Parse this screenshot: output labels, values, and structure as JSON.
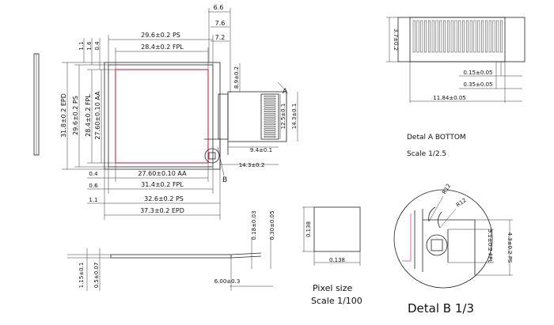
{
  "dims": {
    "top_6_6": "6.6",
    "top_7_6": "7.6",
    "top_7_2": "7.2",
    "ps_w": "29.6±0.2 PS",
    "fpl_w": "28.4±0.2 FPL",
    "left_1_1": "1.1",
    "left_1_6": "1.6",
    "left_0_4": "0.4",
    "epd_h": "31.8±0.2 EPD",
    "ps_h": "29.6±0.2 PS",
    "fpl_h": "28.4±0.2 FPL",
    "aa_h": "27.60±0.10 AA",
    "side_8_9": "8.9±0.2",
    "fpc_12_5": "12.5±0.1",
    "fpc_14_3": "14.3±0.1",
    "fpc_9_4": "9.4±0.1",
    "fpc_14_3b": "14.3±0.2",
    "bot_0_4": "0.4",
    "bot_0_6": "0.6",
    "bot_1_1": "1.1",
    "aa_w": "27.60±0.10 AA",
    "fpl_w2": "31.4±0.2 FPL",
    "ps_w2": "32.6±0.2 PS",
    "epd_w": "37.3±0.2 EPD",
    "thk_0_18": "0.18±0.03",
    "thk_0_3": "0.30±0.05",
    "side_1_15": "1.15±0.1",
    "side_0_5": "0.5±0.07",
    "fpc_6_0": "6.00±0.3",
    "pix_h": "0.138",
    "pix_w": "0.138",
    "detA_h": "3.7±0.2",
    "detA_0_15": "0.15±0.05",
    "detA_0_35": "0.35±0.05",
    "detA_11_84": "11.84±0.05",
    "detB_r12a": "R12",
    "detB_r12b": "R12",
    "detB_3_1": "3.1±0.2 FPL",
    "detB_4_3": "4.3±0.2 PS"
  },
  "labels": {
    "marker_a": "A",
    "marker_b": "B",
    "detail_a_title": "Detal A  BOTTOM",
    "detail_a_scale": "Scale 1/2.5",
    "pixel_title": "Pixel size",
    "pixel_scale": "Scale 1/100",
    "detail_b_title": "Detal B   1/3"
  },
  "colors": {
    "line": "#222222",
    "active_area": "#e0334d",
    "detail_mark": "#e06ab0"
  }
}
